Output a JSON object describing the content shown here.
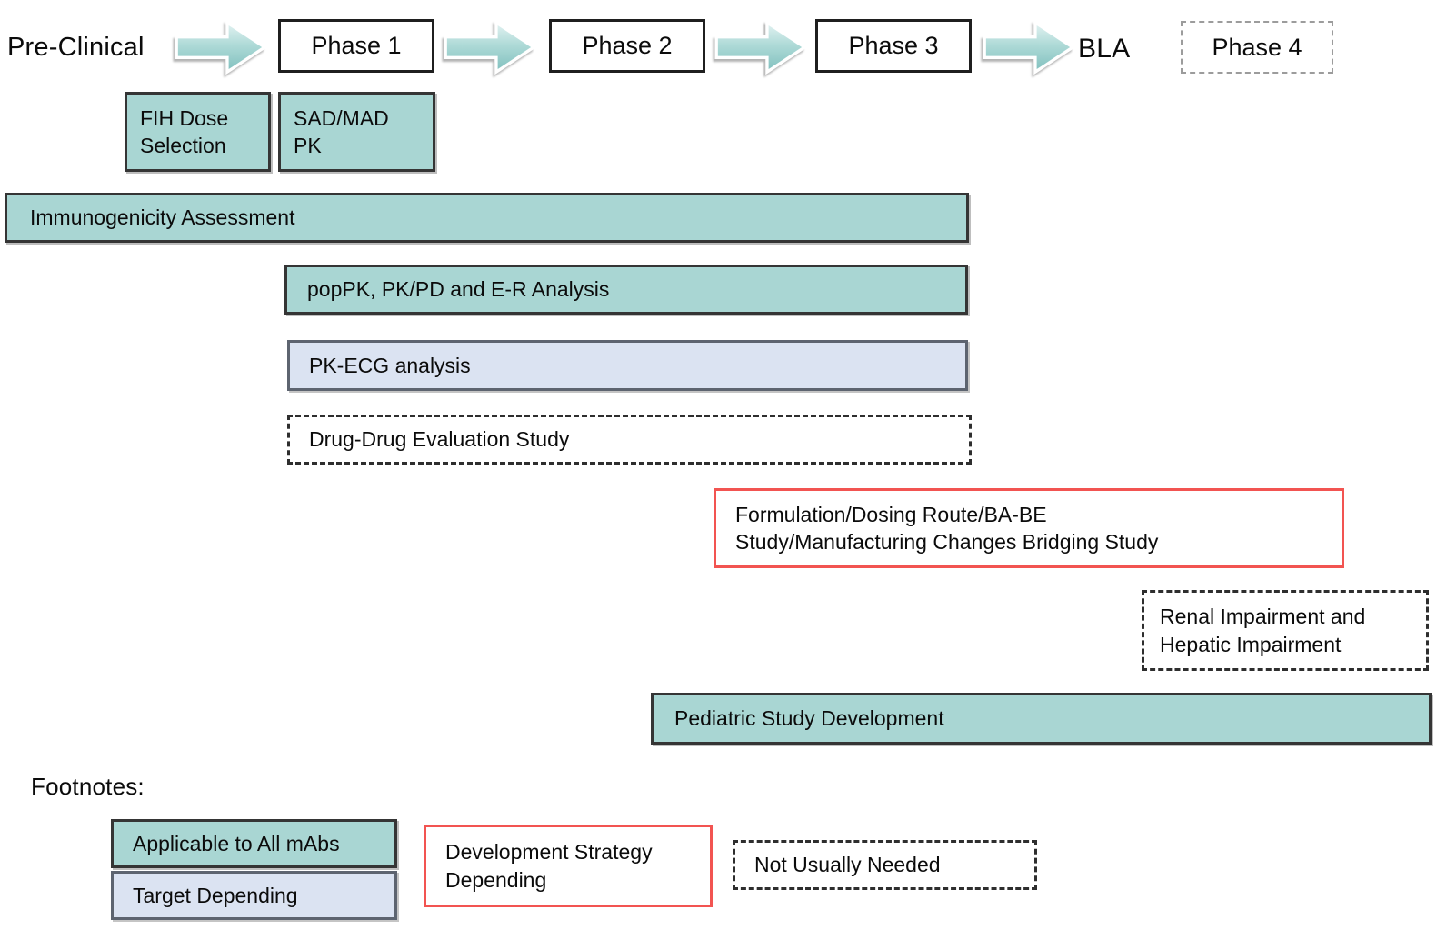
{
  "colors": {
    "teal_fill": "#a9d6d3",
    "teal_border": "#353535",
    "lavender_fill": "#dbe3f2",
    "lavender_border": "#5d6470",
    "red_border": "#f25451",
    "dash_border": "#2e2e2e",
    "phase4_dash_border": "#9c9c9c",
    "arrow_gradient_top": "#ddf0ef",
    "arrow_gradient_bottom": "#84c2c0",
    "text": "#0b0b0b",
    "background": "#ffffff"
  },
  "flow": {
    "preclinical_label": "Pre-Clinical",
    "phase1_label": "Phase 1",
    "phase2_label": "Phase 2",
    "phase3_label": "Phase 3",
    "bla_label": "BLA",
    "phase4_label": "Phase 4"
  },
  "activities": {
    "fih": {
      "line1": "FIH Dose",
      "line2": "Selection"
    },
    "sad_mad": {
      "line1": "SAD/MAD",
      "line2": "PK"
    },
    "immunogenicity": "Immunogenicity Assessment",
    "poppk": "popPK, PK/PD and E-R Analysis",
    "pk_ecg": "PK-ECG analysis",
    "drug_drug": "Drug-Drug Evaluation Study",
    "formulation": {
      "line1": "Formulation/Dosing Route/BA-BE",
      "line2": "Study/Manufacturing Changes Bridging Study"
    },
    "renal_hepatic": {
      "line1": "Renal Impairment and",
      "line2": "Hepatic Impairment"
    },
    "pediatric": "Pediatric Study Development"
  },
  "footnotes": {
    "heading": "Footnotes:",
    "all_mabs_label": "Applicable to All mAbs",
    "target_depending_label": "Target Depending",
    "dev_strategy": {
      "line1": "Development Strategy",
      "line2": "Depending"
    },
    "not_usually_label": "Not Usually Needed"
  }
}
